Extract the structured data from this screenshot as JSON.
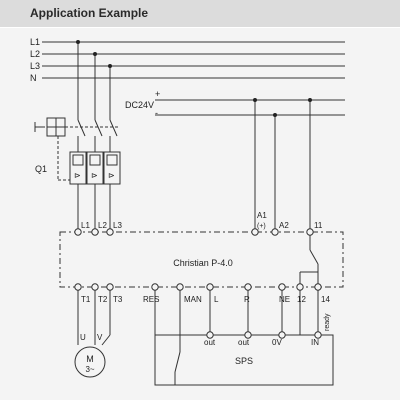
{
  "header": {
    "title": "Application Example"
  },
  "diagram": {
    "phases": [
      "L1",
      "L2",
      "L3",
      "N"
    ],
    "dc_supply": {
      "label": "DC24V",
      "plus": "+",
      "minus": "-"
    },
    "breaker": {
      "label": "Q1",
      "contacts": [
        "⊳",
        "⊳",
        "⊳"
      ]
    },
    "device": {
      "name": "Christian P-4.0",
      "top_terminals": [
        "L1",
        "L2",
        "L3"
      ],
      "a1": "A1",
      "a1_sub": "(+)",
      "a2": "A2",
      "t11": "11",
      "bottom_terminals": [
        "T1",
        "T2",
        "T3",
        "RES",
        "MAN",
        "L",
        "R",
        "NE",
        "12",
        "14"
      ]
    },
    "motor": {
      "u": "U",
      "v": "V",
      "label": "M",
      "phase": "3~"
    },
    "plc": {
      "name": "SPS",
      "out1": "out",
      "out2": "out",
      "zero": "0V",
      "in": "IN",
      "ready": "ready"
    }
  }
}
